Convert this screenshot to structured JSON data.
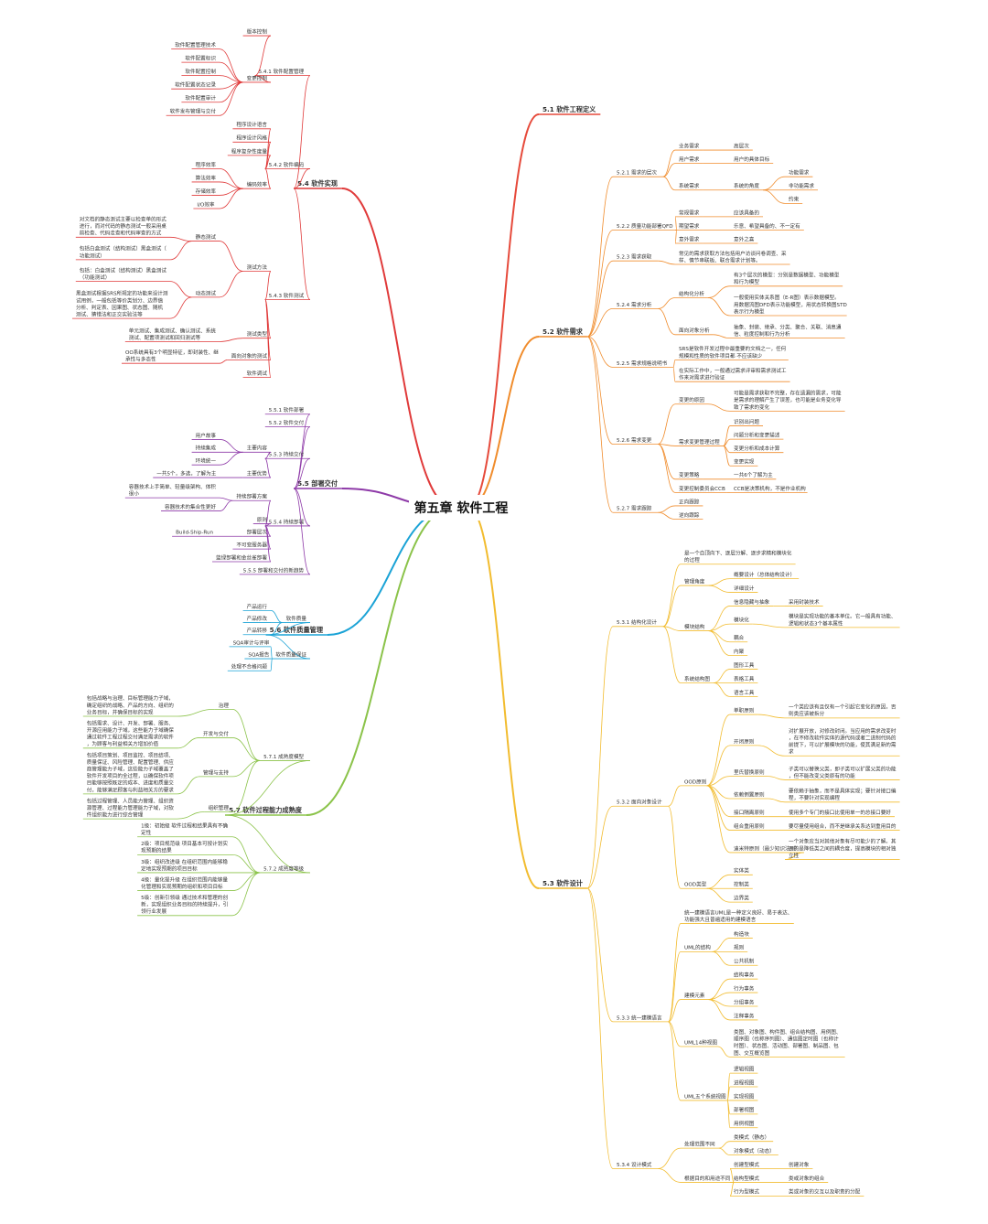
{
  "title": "第五章 软件工程",
  "colors": {
    "5.1": "#e64a3b",
    "5.2": "#f08c2c",
    "5.3": "#f2bc2f",
    "5.4": "#e03a3a",
    "5.5": "#8e3aa8",
    "5.6": "#1ba3d6",
    "5.7": "#8bc34a"
  },
  "branches": [
    {
      "id": "5.1",
      "label": "5.1 软件工程定义",
      "side": "right",
      "children": []
    },
    {
      "id": "5.2",
      "label": "5.2 软件需求",
      "side": "right",
      "children": [
        {
          "label": "5.2.1 需求的层次",
          "children": [
            {
              "label": "业务需求",
              "children": [
                {
                  "label": "高层次"
                }
              ]
            },
            {
              "label": "用户需求",
              "children": [
                {
                  "label": "用户的具体目标"
                }
              ]
            },
            {
              "label": "系统需求",
              "children": [
                {
                  "label": "系统的角度",
                  "children": [
                    {
                      "label": "功能需求"
                    },
                    {
                      "label": "非功能需求"
                    },
                    {
                      "label": "约束"
                    }
                  ]
                }
              ]
            }
          ]
        },
        {
          "label": "5.2.2 质量功能部署QFD",
          "children": [
            {
              "label": "常规需求",
              "children": [
                {
                  "label": "应该具备的"
                }
              ]
            },
            {
              "label": "期望需求",
              "children": [
                {
                  "label": "乐意、希望具备的、不一定有"
                }
              ]
            },
            {
              "label": "意外需求",
              "children": [
                {
                  "label": "意外之喜"
                }
              ]
            }
          ]
        },
        {
          "label": "5.2.3 需求获取",
          "children": [
            {
              "label": "常见的需求获取方法包括用户访谈问卷调查、采样、情节串联板、联合需求计划等。"
            }
          ]
        },
        {
          "label": "5.2.4 需求分析",
          "children": [
            {
              "label": "结构化分析",
              "children": [
                {
                  "label": "有3个层次的模型：分别是数据模型、功能模型和行为模型"
                },
                {
                  "label": "一般使用实体关系图（E-R图）表示数据模型。用数据流图DFD表示功能模型，用状态转换图STD表示行为模型"
                }
              ]
            },
            {
              "label": "面向对象分析",
              "children": [
                {
                  "label": "抽象、封装、继承、分类、聚合、关联、消息通信、粒度控制和行为分析"
                }
              ]
            }
          ]
        },
        {
          "label": "5.2.5 需求规格说明书",
          "children": [
            {
              "label": "SRS是软件开发过程中最重要的文档之一，任何规模和性质的软件项目都 不应该缺少"
            },
            {
              "label": "在实际工作中，一般通过需求评审和需求测试工作来对需求进行验证"
            }
          ]
        },
        {
          "label": "5.2.6 需求变更",
          "children": [
            {
              "label": "变更的原因",
              "children": [
                {
                  "label": "可能是需求获取不完整，存在遗漏的需求，可能是需求的理解产生了误差，也可能是业务变化导致了需求的变化"
                }
              ]
            },
            {
              "label": "需求变更管理过程",
              "children": [
                {
                  "label": "识别出问题"
                },
                {
                  "label": "问题分析和变更描述"
                },
                {
                  "label": "变更分析和成本计算"
                },
                {
                  "label": "变更实现"
                }
              ]
            },
            {
              "label": "变更策略",
              "children": [
                {
                  "label": "一共6个了解为主"
                }
              ]
            },
            {
              "label": "变更控制委员会CCB",
              "children": [
                {
                  "label": "CCB是决策机构，不是作业机构"
                }
              ]
            }
          ]
        },
        {
          "label": "5.2.7 需求跟踪",
          "children": [
            {
              "label": "正向跟踪"
            },
            {
              "label": "逆向跟踪"
            }
          ]
        }
      ]
    },
    {
      "id": "5.3",
      "label": "5.3 软件设计",
      "side": "right",
      "children": [
        {
          "label": "5.3.1 结构化设计",
          "children": [
            {
              "label": "是一个自顶向下、逐层分解、逐步求精和模块化的过程"
            },
            {
              "label": "管理角度",
              "children": [
                {
                  "label": "概要设计（总体结构设计）"
                },
                {
                  "label": "详细设计"
                }
              ]
            },
            {
              "label": "模块结构",
              "children": [
                {
                  "label": "信息隐藏与抽象",
                  "children": [
                    {
                      "label": "采用封装技术"
                    }
                  ]
                },
                {
                  "label": "模块化",
                  "children": [
                    {
                      "label": "模块是实现功能的基本单位。它一般具有功能、逻辑和状态3个基本属性"
                    }
                  ]
                },
                {
                  "label": "耦合"
                },
                {
                  "label": "内聚"
                }
              ]
            },
            {
              "label": "系统结构图",
              "children": [
                {
                  "label": "图形工具"
                },
                {
                  "label": "表格工具"
                },
                {
                  "label": "语言工具"
                }
              ]
            }
          ]
        },
        {
          "label": "5.3.2 面向对象设计",
          "children": [
            {
              "label": "OOD原则",
              "children": [
                {
                  "label": "单职原则",
                  "children": [
                    {
                      "label": "一个类应该有且仅有一个引起它变化的原因，否则类应该被拆分"
                    }
                  ]
                },
                {
                  "label": "开闭原则",
                  "children": [
                    {
                      "label": "对扩展开放，对修改封闭。当应用的需求改变时，在不修改软件实体的源代码或者二进制代码的前提下，可以扩展模块的功能，使其满足新的需求"
                    }
                  ]
                },
                {
                  "label": "里氏替换原则",
                  "children": [
                    {
                      "label": "子类可以替换父类，即子类可以扩展父类的功能，但不能改变父类原有的功能"
                    }
                  ]
                },
                {
                  "label": "依赖倒置原则",
                  "children": [
                    {
                      "label": "要依赖于抽象，而不是具体实现；要针对接口编程，不要针对实现编程"
                    }
                  ]
                },
                {
                  "label": "接口隔离原则",
                  "children": [
                    {
                      "label": "使用多个专门的接口比使用单一的总接口要好"
                    }
                  ]
                },
                {
                  "label": "组合重用原则",
                  "children": [
                    {
                      "label": "要尽量使用组合，而不是继承关系达到重用目的"
                    }
                  ]
                },
                {
                  "label": "迪米特原则（最少知识法则）",
                  "children": [
                    {
                      "label": "一个对象应当对其他对象有尽可能少的了解。其目的是降低类之间的耦合度，提高模块的相对独立性"
                    }
                  ]
                }
              ]
            },
            {
              "label": "OOD类型",
              "children": [
                {
                  "label": "实体类"
                },
                {
                  "label": "控制类"
                },
                {
                  "label": "边界类"
                }
              ]
            }
          ]
        },
        {
          "label": "5.3.3 统一建模语言",
          "children": [
            {
              "label": "统一建模语言UML是一种定义良好、易于表达、功能强大且普遍适用的建模语言"
            },
            {
              "label": "UML的结构",
              "children": [
                {
                  "label": "构造块"
                },
                {
                  "label": "规则"
                },
                {
                  "label": "公共机制"
                }
              ]
            },
            {
              "label": "建模元素",
              "children": [
                {
                  "label": "结构事务"
                },
                {
                  "label": "行为事务"
                },
                {
                  "label": "分组事务"
                },
                {
                  "label": "注释事务"
                }
              ]
            },
            {
              "label": "UML14种视图",
              "children": [
                {
                  "label": "类图、对象图、构件图、组合结构图、用例图、顺序图（也称序列图）、通信图定时图（也称计时图）、状态图、活动图、部署图、制品图、包图、交互概览图"
                }
              ]
            },
            {
              "label": "UML五个系统视图",
              "children": [
                {
                  "label": "逻辑视图"
                },
                {
                  "label": "进程视图"
                },
                {
                  "label": "实现视图"
                },
                {
                  "label": "部署视图"
                },
                {
                  "label": "用例视图"
                }
              ]
            }
          ]
        },
        {
          "label": "5.3.4 设计模式",
          "children": [
            {
              "label": "处理范围不同",
              "children": [
                {
                  "label": "类模式（静态）"
                },
                {
                  "label": "对象模式（动态）"
                }
              ]
            },
            {
              "label": "根据目的和用途不同",
              "children": [
                {
                  "label": "创建型模式",
                  "children": [
                    {
                      "label": "创建对象"
                    }
                  ]
                },
                {
                  "label": "结构型模式",
                  "children": [
                    {
                      "label": "类或对象的组合"
                    }
                  ]
                },
                {
                  "label": "行为型模式",
                  "children": [
                    {
                      "label": "类或对象的交互以及职责的分配"
                    }
                  ]
                }
              ]
            }
          ]
        }
      ]
    },
    {
      "id": "5.4",
      "label": "5.4 软件实现",
      "side": "left",
      "children": [
        {
          "label": "5.4.1 软件配置管理",
          "children": [
            {
              "label": "版本控制"
            },
            {
              "label": "变更控制",
              "children": [
                {
                  "label": "软件配置管理技术"
                },
                {
                  "label": "软件配置标识"
                },
                {
                  "label": "软件配置控制"
                },
                {
                  "label": "软件配置状态记录"
                },
                {
                  "label": "软件配置审计"
                },
                {
                  "label": "软件发布管理与交付"
                }
              ]
            }
          ]
        },
        {
          "label": "5.4.2 软件编码",
          "children": [
            {
              "label": "程序设计语言"
            },
            {
              "label": "程序设计风格"
            },
            {
              "label": "程序复杂性度量"
            },
            {
              "label": "编码效率",
              "children": [
                {
                  "label": "程序效率"
                },
                {
                  "label": "算法效率"
                },
                {
                  "label": "存储效率"
                },
                {
                  "label": "I/O效率"
                }
              ]
            }
          ]
        },
        {
          "label": "5.4.3 软件测试",
          "children": [
            {
              "label": "测试方法",
              "children": [
                {
                  "label": "静态测试",
                  "children": [
                    {
                      "label": "对文档的静态测试主要以检查单的形式进行，而对代码的静态测试一般采用桌前检查、代码走查和代码审查的方式"
                    },
                    {
                      "label": "包括白盒测试（结构测试）黑盒测试（功能测试）"
                    }
                  ]
                },
                {
                  "label": "动态测试",
                  "children": [
                    {
                      "label": "包括：白盒测试（结构测试）黑盒测试（功能测试）"
                    },
                    {
                      "label": "黑盒测试根据SRS所规定的功能来设计测试用例，一般包括等价类划分、边界值分析、判定表、因果图、状态图、随机测试、猜错法和正交实验法等"
                    }
                  ]
                }
              ]
            },
            {
              "label": "测试类型",
              "children": [
                {
                  "label": "单元测试、集成测试、确认测试、系统测试、配置项测试和回归测试等"
                }
              ]
            },
            {
              "label": "面向对象的测试",
              "children": [
                {
                  "label": "OO系统具有3个明显特征，即封装性、继承性与多态性"
                }
              ]
            },
            {
              "label": "软件调试"
            }
          ]
        }
      ]
    },
    {
      "id": "5.5",
      "label": "5.5 部署交付",
      "side": "left",
      "children": [
        {
          "label": "5.5.1 软件部署"
        },
        {
          "label": "5.5.2 软件交付"
        },
        {
          "label": "5.5.3 持续交付",
          "children": [
            {
              "label": "主要内容",
              "children": [
                {
                  "label": "用户故事"
                },
                {
                  "label": "持续集成"
                },
                {
                  "label": "环境统一"
                }
              ]
            },
            {
              "label": "主要优势",
              "children": [
                {
                  "label": "一共5个，多选，了解为主"
                }
              ]
            }
          ]
        },
        {
          "label": "5.5.4 持续部署",
          "children": [
            {
              "label": "持续部署方案",
              "children": [
                {
                  "label": "容器技术上手简单、轻量级架构、体积很小"
                },
                {
                  "label": "容器技术的集合性更好"
                }
              ]
            },
            {
              "label": "原则"
            },
            {
              "label": "部署层次",
              "children": [
                {
                  "label": "Build-Ship-Run"
                }
              ]
            },
            {
              "label": "不可变服务器"
            },
            {
              "label": "蓝绿部署和金丝雀部署"
            }
          ]
        },
        {
          "label": "5.5.5 部署和交付的新趋势"
        }
      ]
    },
    {
      "id": "5.6",
      "label": "5.6 软件质量管理",
      "side": "left",
      "children": [
        {
          "label": "软件质量",
          "children": [
            {
              "label": "产品运行"
            },
            {
              "label": "产品修改"
            },
            {
              "label": "产品转移"
            }
          ]
        },
        {
          "label": "软件质量保证",
          "children": [
            {
              "label": "SQA审计与评审"
            },
            {
              "label": "SQA报告"
            },
            {
              "label": "处理不合格问题"
            }
          ]
        }
      ]
    },
    {
      "id": "5.7",
      "label": "5.7 软件过程能力成熟度",
      "side": "left",
      "children": [
        {
          "label": "5.7.1 成熟度模型",
          "children": [
            {
              "label": "治理",
              "children": [
                {
                  "label": "包括战略与治理、目标管理能力子域，确定组织的战略、产品的方向、组织的业务目标，并确保目标的实现"
                }
              ]
            },
            {
              "label": "开发与交付",
              "children": [
                {
                  "label": "包括需求、设计、开发、部署、服务、开源应用能力子域，这些能力子域确保通过软件工程过程交付满足需求的软件，为顾客与利益相关方增加价值"
                }
              ]
            },
            {
              "label": "管理与支持",
              "children": [
                {
                  "label": "包括项目策划、项目监控、项目结项、质量保证、风险管理、配置管理、供应商管理能力子域，这些能力子域覆盖了软件开发项目的全过程，以确保软件项目能够按照既定的成本、进度和质量交付，能够满足顾客与利益相关方的要求"
                }
              ]
            },
            {
              "label": "组织管理",
              "children": [
                {
                  "label": "包括过程管理、人员能力管理、组织资源管理、过程能力管理能力子域，对软件组织能力进行综合管理"
                }
              ]
            }
          ]
        },
        {
          "label": "5.7.2 成熟度等级",
          "children": [
            {
              "label": "1级：初始级 软件过程和结果具有不确定性"
            },
            {
              "label": "2级：项目规范级 项目基本可按计划实现预期的结果"
            },
            {
              "label": "3级：组织改进级 在组织范围内能够稳定地实现预期的项目目标"
            },
            {
              "label": "4级：量化提升级 在组织范围内能够量化管理和实现预期的组织和项目目标"
            },
            {
              "label": "5级：创新引领级 通过技术和管理的创新，实现组织业务目标的持续提升，引领行业发展"
            }
          ]
        }
      ]
    }
  ]
}
